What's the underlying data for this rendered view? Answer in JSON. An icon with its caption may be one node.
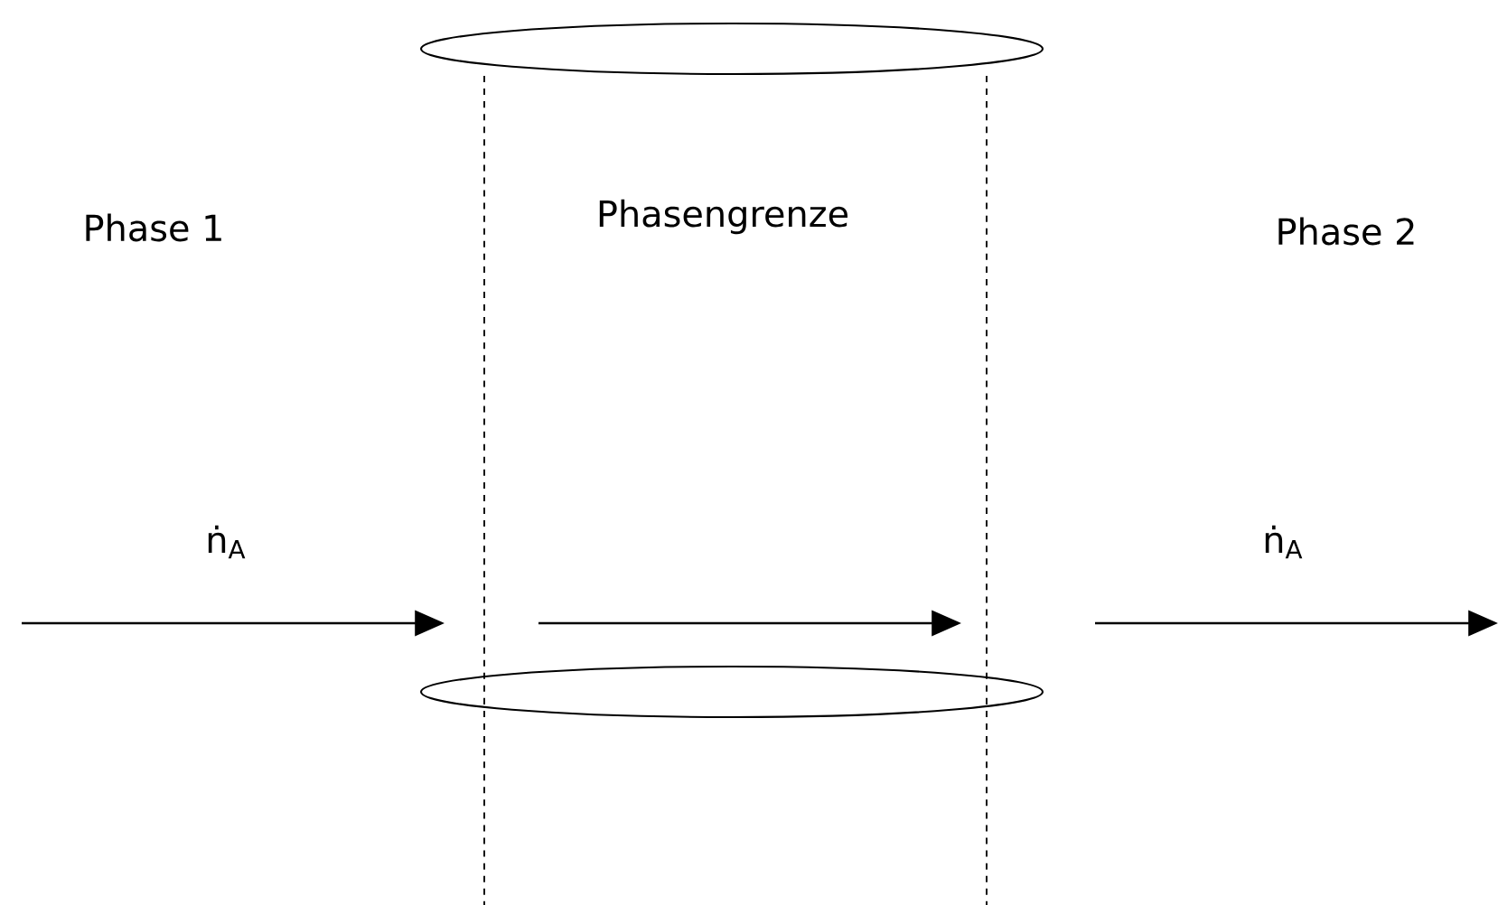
{
  "diagram": {
    "labels": [
      "Phase 1",
      "Phasengrenze",
      "Phase 2",
      "ṅ$_{A}$",
      "ṅ$_{A}$"
    ]
  }
}
